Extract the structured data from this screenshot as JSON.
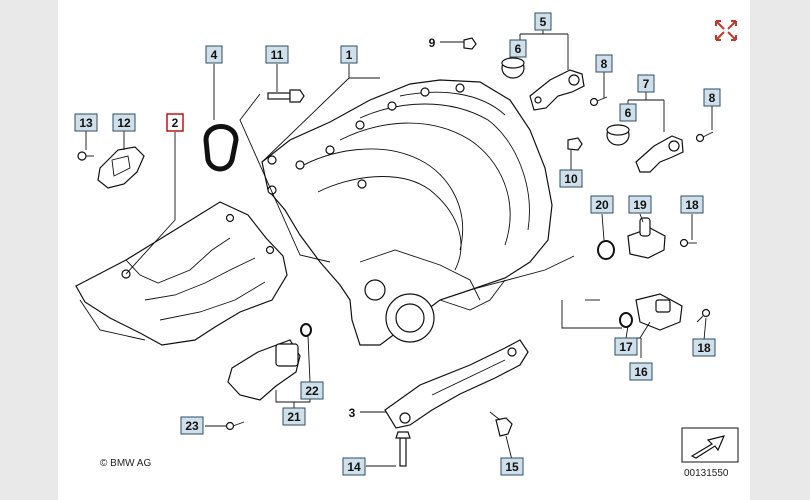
{
  "copyright": "© BMW AG",
  "image_number": "00131550",
  "expand_icon": "expand-arrows-icon",
  "colors": {
    "label_box": "#cfe0ea",
    "highlight": "#c00000"
  },
  "labels": {
    "p1": "1",
    "p2": "2",
    "p3": "3",
    "p4": "4",
    "p5": "5",
    "p6a": "6",
    "p6b": "6",
    "p7": "7",
    "p8a": "8",
    "p8b": "8",
    "p9": "9",
    "p10": "10",
    "p11": "11",
    "p12": "12",
    "p13": "13",
    "p14": "14",
    "p15": "15",
    "p16": "16",
    "p17": "17",
    "p18a": "18",
    "p18b": "18",
    "p19": "19",
    "p20": "20",
    "p21": "21",
    "p22": "22",
    "p23": "23"
  }
}
